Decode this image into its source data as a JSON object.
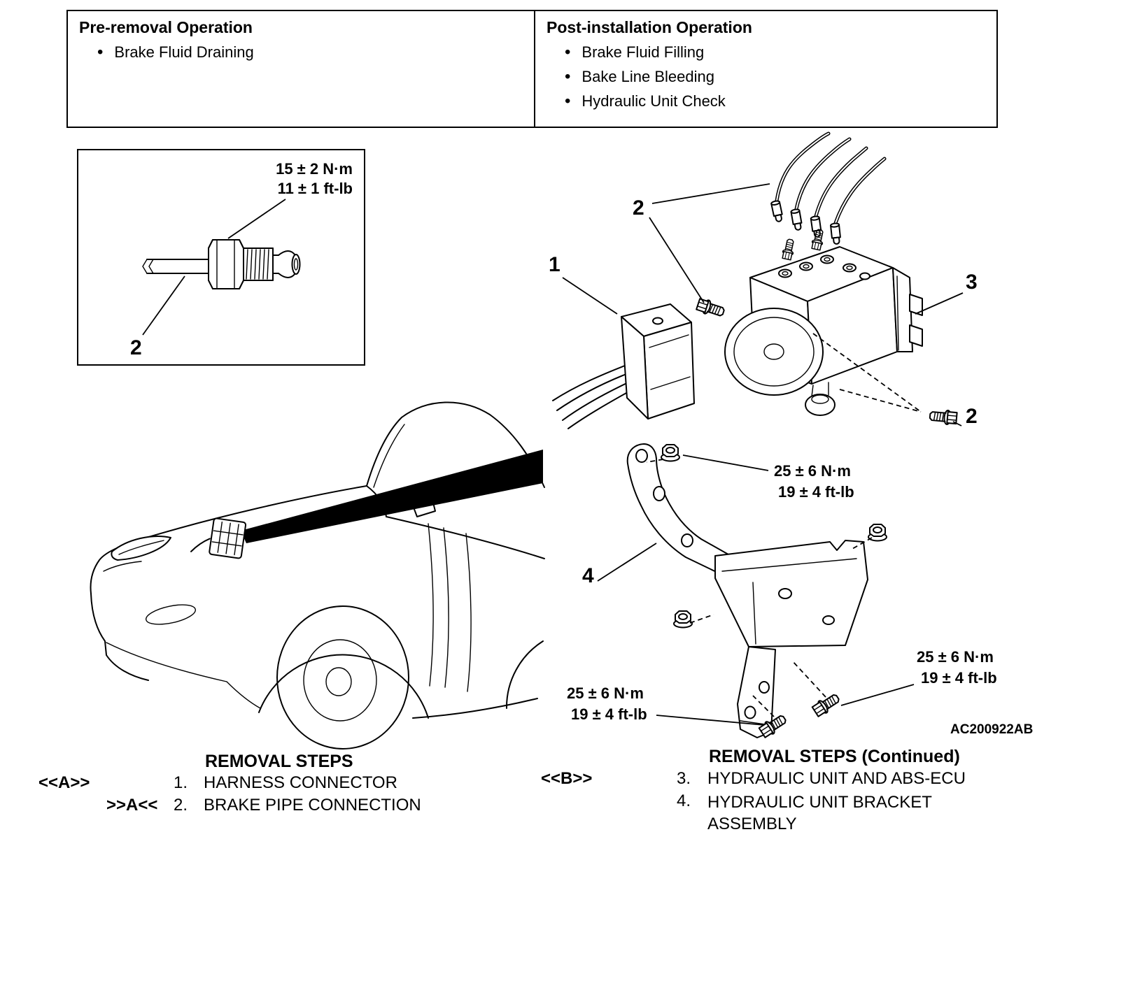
{
  "operations_table": {
    "pre_removal": {
      "title": "Pre-removal Operation",
      "items": [
        "Brake Fluid Draining"
      ]
    },
    "post_installation": {
      "title": "Post-installation Operation",
      "items": [
        "Brake Fluid Filling",
        "Bake Line Bleeding",
        "Hydraulic Unit Check"
      ]
    }
  },
  "detail_inset": {
    "torque_nm": "15 ± 2 N·m",
    "torque_ftlb": "11 ± 1 ft-lb",
    "callout": "2"
  },
  "exploded_view": {
    "callouts": {
      "harness": "1",
      "pipes": "2",
      "unit": "3",
      "bolt": "2",
      "bracket": "4"
    },
    "torque_25_nm": "25 ± 6 N·m",
    "torque_25_ftlb": "19 ± 4 ft-lb",
    "figure_code": "AC200922AB"
  },
  "removal_steps_left": {
    "title": "REMOVAL STEPS",
    "rows": [
      {
        "marker": "<<A>>",
        "num": "1.",
        "label": "HARNESS CONNECTOR"
      },
      {
        "marker": ">>A<<",
        "num": "2.",
        "label": "BRAKE PIPE CONNECTION"
      }
    ]
  },
  "removal_steps_right": {
    "title": "REMOVAL STEPS (Continued)",
    "rows": [
      {
        "marker": "<<B>>",
        "num": "3.",
        "label": "HYDRAULIC UNIT AND ABS-ECU"
      },
      {
        "marker": "",
        "num": "4.",
        "label": "HYDRAULIC UNIT BRACKET ASSEMBLY"
      }
    ]
  }
}
